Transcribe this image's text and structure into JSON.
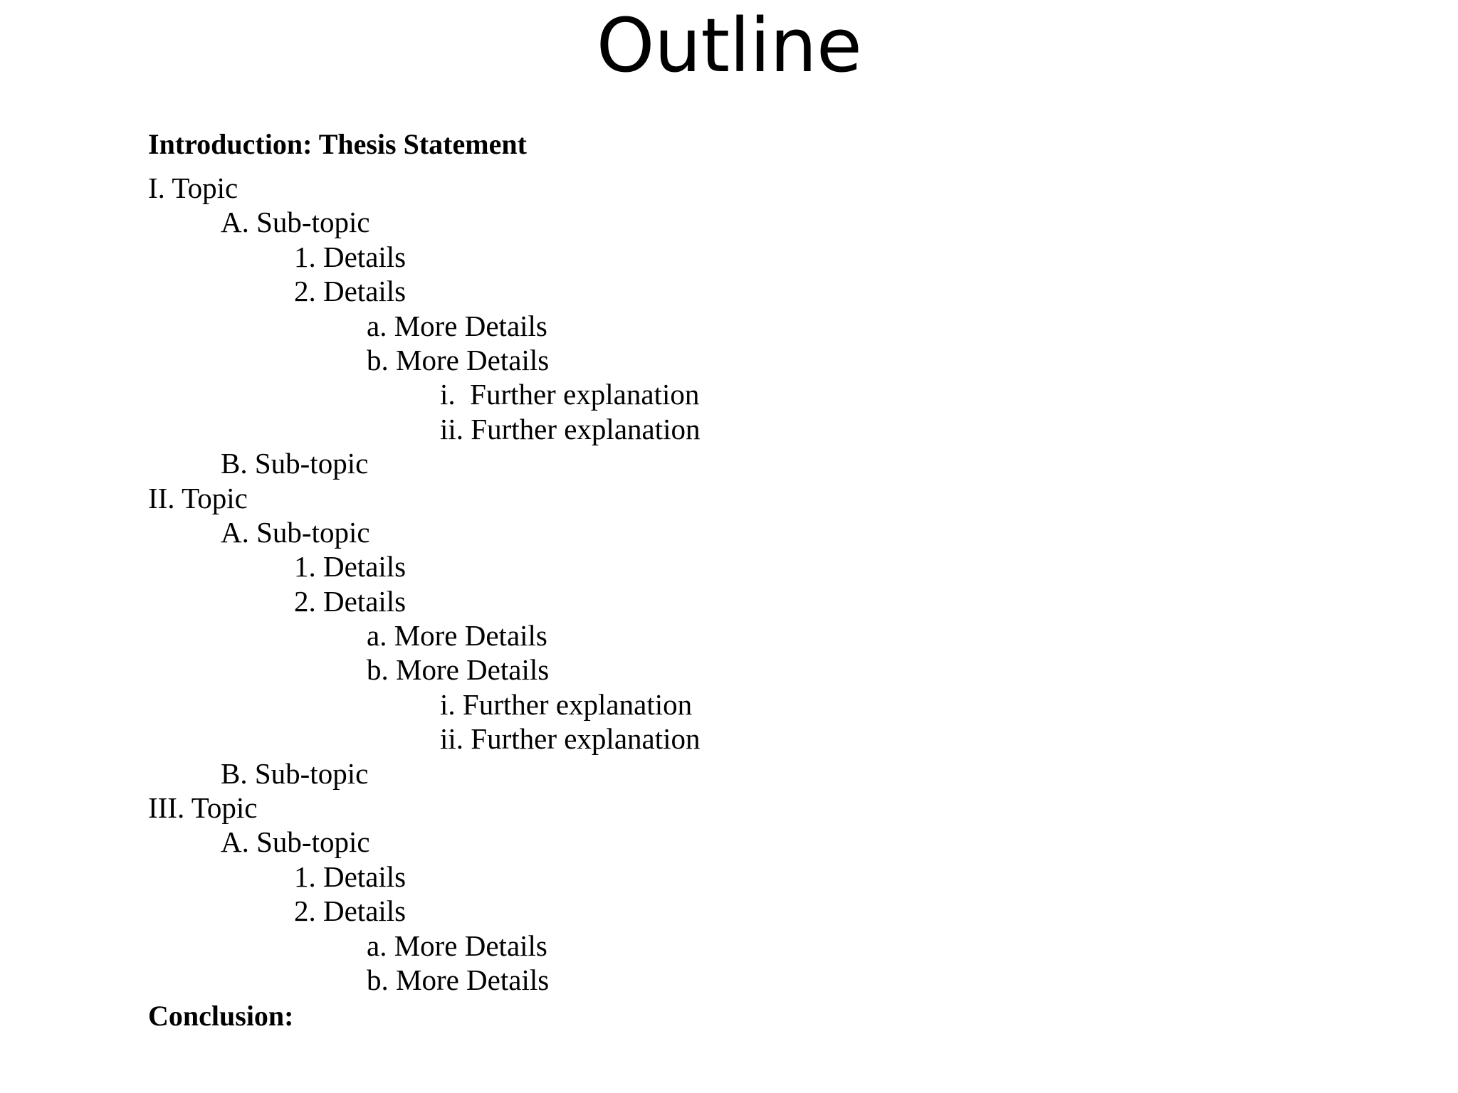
{
  "slide": {
    "title": "Outline",
    "background_color": "#ffffff",
    "text_color": "#000000"
  },
  "outline": {
    "lines": [
      {
        "id": "intro",
        "text": "Introduction: Thesis Statement",
        "level": 0,
        "bold": true,
        "spacer_after": true
      },
      {
        "id": "i-topic",
        "text": "I. Topic",
        "level": 1,
        "bold": false,
        "spacer_after": false
      },
      {
        "id": "i-a",
        "text": "A. Sub-topic",
        "level": 2,
        "bold": false,
        "spacer_after": false
      },
      {
        "id": "i-a-1",
        "text": "1. Details",
        "level": 3,
        "bold": false,
        "spacer_after": false
      },
      {
        "id": "i-a-2",
        "text": "2. Details",
        "level": 3,
        "bold": false,
        "spacer_after": false
      },
      {
        "id": "i-a-2-a",
        "text": "a. More Details",
        "level": 4,
        "bold": false,
        "spacer_after": false
      },
      {
        "id": "i-a-2-b",
        "text": "b. More Details",
        "level": 4,
        "bold": false,
        "spacer_after": false
      },
      {
        "id": "i-a-2-b-i",
        "text": "i.  Further explanation",
        "level": 5,
        "bold": false,
        "spacer_after": false
      },
      {
        "id": "i-a-2-b-ii",
        "text": "ii. Further explanation",
        "level": 5,
        "bold": false,
        "spacer_after": false
      },
      {
        "id": "i-b",
        "text": "B. Sub-topic",
        "level": 2,
        "bold": false,
        "spacer_after": false
      },
      {
        "id": "ii-topic",
        "text": "II. Topic",
        "level": 1,
        "bold": false,
        "spacer_after": false
      },
      {
        "id": "ii-a",
        "text": "A. Sub-topic",
        "level": 2,
        "bold": false,
        "spacer_after": false
      },
      {
        "id": "ii-a-1",
        "text": "1. Details",
        "level": 3,
        "bold": false,
        "spacer_after": false
      },
      {
        "id": "ii-a-2",
        "text": "2. Details",
        "level": 3,
        "bold": false,
        "spacer_after": false
      },
      {
        "id": "ii-a-2-a",
        "text": "a. More Details",
        "level": 4,
        "bold": false,
        "spacer_after": false
      },
      {
        "id": "ii-a-2-b",
        "text": "b. More Details",
        "level": 4,
        "bold": false,
        "spacer_after": false
      },
      {
        "id": "ii-a-2-b-i",
        "text": "i. Further explanation",
        "level": 5,
        "bold": false,
        "spacer_after": false
      },
      {
        "id": "ii-a-2-b-ii",
        "text": "ii. Further explanation",
        "level": 5,
        "bold": false,
        "spacer_after": false
      },
      {
        "id": "ii-b",
        "text": "B. Sub-topic",
        "level": 2,
        "bold": false,
        "spacer_after": false
      },
      {
        "id": "iii-topic",
        "text": "III. Topic",
        "level": 1,
        "bold": false,
        "spacer_after": false
      },
      {
        "id": "iii-a",
        "text": "A. Sub-topic",
        "level": 2,
        "bold": false,
        "spacer_after": false
      },
      {
        "id": "iii-a-1",
        "text": "1. Details",
        "level": 3,
        "bold": false,
        "spacer_after": false
      },
      {
        "id": "iii-a-2",
        "text": "2. Details",
        "level": 3,
        "bold": false,
        "spacer_after": false
      },
      {
        "id": "iii-a-2-a",
        "text": "a. More Details",
        "level": 4,
        "bold": false,
        "spacer_after": false
      },
      {
        "id": "iii-a-2-b",
        "text": "b. More Details",
        "level": 4,
        "bold": false,
        "spacer_after": false
      },
      {
        "id": "conclusion",
        "text": "Conclusion:",
        "level": 0,
        "bold": true,
        "spacer_after": false
      }
    ]
  }
}
